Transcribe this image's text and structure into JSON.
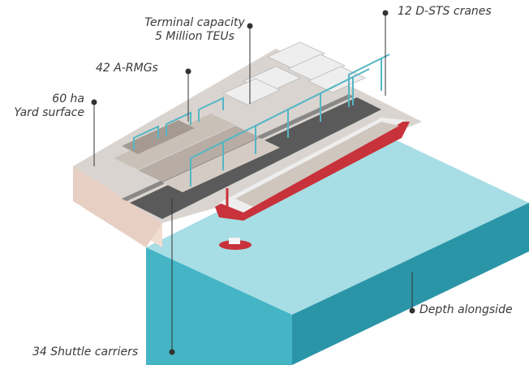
{
  "callouts": {
    "terminal_capacity": {
      "line1": "Terminal capacity",
      "line2": "5 Million TEUs"
    },
    "cranes": "12 D-STS cranes",
    "rmgs": "42 A-RMGs",
    "yard": {
      "line1": "60 ha",
      "line2": "Yard surface"
    },
    "depth": "Depth alongside",
    "shuttle": "34 Shuttle carriers"
  },
  "colors": {
    "water_top": "#a7dde4",
    "water_front": "#45b5c6",
    "water_side": "#2b95a8",
    "land_front": "#f2ddd3",
    "land_top": "#d9d4cf",
    "quay": "#5a5a5a",
    "crane": "#55b6c4",
    "hull": "#c8323a",
    "leader": "#333333"
  },
  "icons": {
    "cranes": "sts-crane-icon",
    "rmgs": "rmg-crane-icon",
    "ship": "container-ship-icon",
    "tug": "tugboat-icon"
  }
}
